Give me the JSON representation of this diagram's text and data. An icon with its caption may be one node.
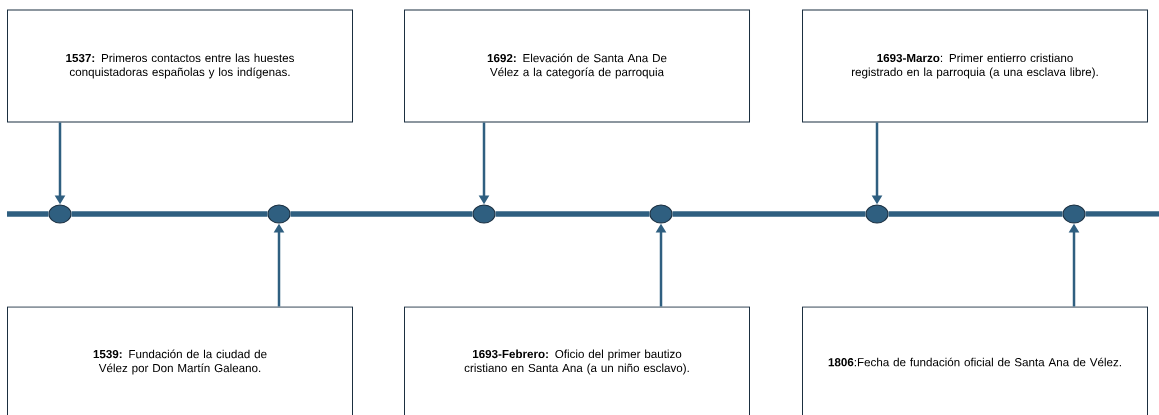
{
  "diagram": {
    "nodes": [
      {
        "text": [
          "**1537:** Primeros contactos entre las huestes conquistadoras españolas y los indígenas."
        ]
      },
      {
        "text": [
          "**1692:** Elevación de Santa Ana De Vélez a la categoría de parroquia"
        ]
      },
      {
        "text": [
          "**1693-Marzo**: Primer entierro cristiano registrado en la parroquia (a una esclava libre)."
        ]
      },
      {
        "text": [],
        "shape": "circle"
      },
      {
        "text": [],
        "shape": "circle"
      },
      {
        "text": [],
        "shape": "circle"
      },
      {
        "text": [],
        "shape": "circle"
      },
      {
        "text": [],
        "shape": "circle"
      },
      {
        "text": [],
        "shape": "circle"
      },
      {
        "text": [
          "**1539:** Fundación de la ciudad de Vélez por Don Martín Galeano."
        ]
      },
      {
        "text": [
          "**1693-Febrero:** Oficio del primer bautizo cristiano en Santa Ana (a un niño esclavo)."
        ]
      },
      {
        "text": [
          "**1806**:Fecha de fundación oficial de Santa Ana de Vélez."
        ]
      }
    ],
    "edges": [
      {
        "from": 0,
        "to": 3,
        "arrow": "to"
      },
      {
        "from": 9,
        "to": 4,
        "arrow": "to"
      },
      {
        "from": 1,
        "to": 5,
        "arrow": "to"
      },
      {
        "from": 10,
        "to": 6,
        "arrow": "to"
      },
      {
        "from": 2,
        "to": 7,
        "arrow": "to"
      },
      {
        "from": 11,
        "to": 8,
        "arrow": "to"
      },
      {
        "from": null,
        "to": 3,
        "arrow": "none"
      },
      {
        "from": 3,
        "to": 4,
        "arrow": "none"
      },
      {
        "from": 4,
        "to": 5,
        "arrow": "none"
      },
      {
        "from": 5,
        "to": 6,
        "arrow": "none"
      },
      {
        "from": 6,
        "to": 7,
        "arrow": "none"
      },
      {
        "from": 7,
        "to": 8,
        "arrow": "none"
      },
      {
        "from": 8,
        "to": null,
        "arrow": "none"
      }
    ]
  }
}
